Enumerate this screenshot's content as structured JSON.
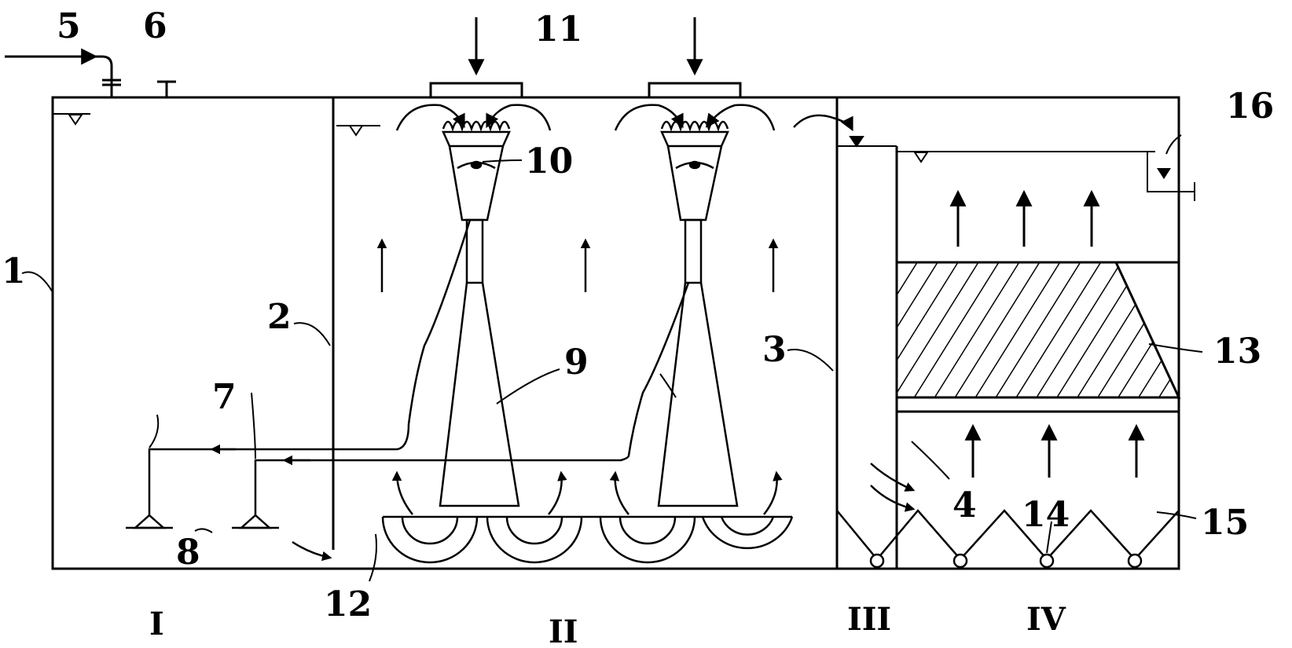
{
  "labels": {
    "l1": "1",
    "l2": "2",
    "l3": "3",
    "l4": "4",
    "l5": "5",
    "l6": "6",
    "l7": "7",
    "l8": "8",
    "l9": "9",
    "l10": "10",
    "l11": "11",
    "l12": "12",
    "l13": "13",
    "l14": "14",
    "l15": "15",
    "l16": "16"
  },
  "zones": {
    "z1": "I",
    "z2": "II",
    "z3": "III",
    "z4": "IV"
  }
}
